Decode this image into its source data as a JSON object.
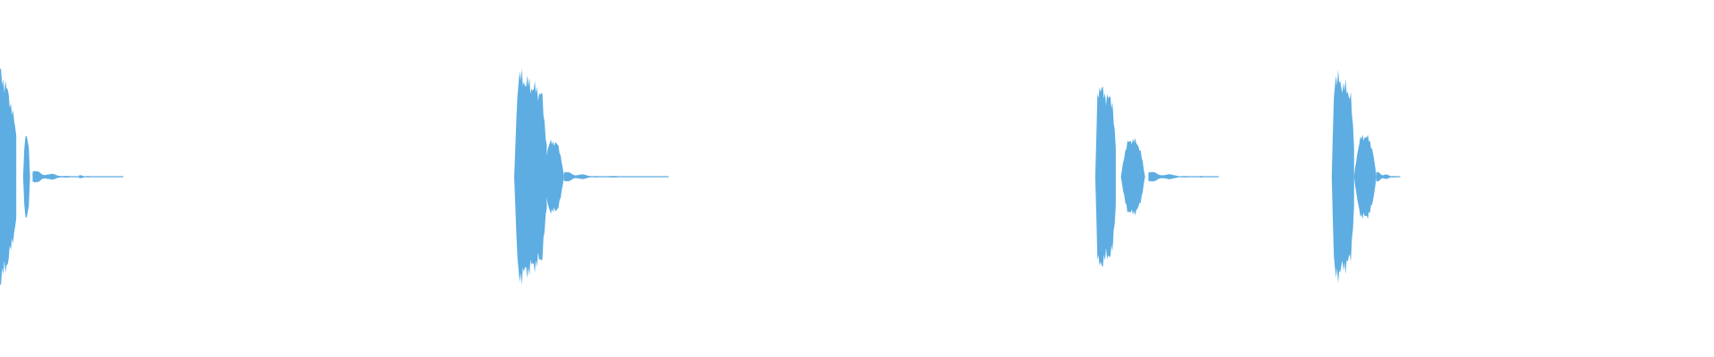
{
  "waveform": {
    "color": "#5dade2",
    "background": "#ffffff",
    "clips": [
      {
        "label": "",
        "events": [
          {
            "start": 0.0,
            "end": 0.0095,
            "peak": 0.95,
            "shape": "decay"
          },
          {
            "start": 0.0135,
            "end": 0.0175,
            "peak": 0.55,
            "shape": "bump"
          },
          {
            "start": 0.019,
            "end": 0.046,
            "peak": 0.06,
            "shape": "tail"
          },
          {
            "start": 0.046,
            "end": 0.06,
            "peak": 0.015,
            "shape": "tail"
          },
          {
            "start": 0.06,
            "end": 0.072,
            "peak": 0.006,
            "shape": "tail"
          }
        ]
      },
      {
        "label": "",
        "events": [
          {
            "start": 0.3,
            "end": 0.319,
            "peak": 0.95,
            "shape": "attack-decay"
          },
          {
            "start": 0.317,
            "end": 0.329,
            "peak": 0.45,
            "shape": "bump"
          },
          {
            "start": 0.329,
            "end": 0.355,
            "peak": 0.05,
            "shape": "tail"
          },
          {
            "start": 0.355,
            "end": 0.39,
            "peak": 0.008,
            "shape": "tail"
          }
        ]
      },
      {
        "label": "",
        "events": [
          {
            "start": 0.639,
            "end": 0.651,
            "peak": 0.85,
            "shape": "attack-decay"
          },
          {
            "start": 0.654,
            "end": 0.668,
            "peak": 0.47,
            "shape": "bump"
          },
          {
            "start": 0.67,
            "end": 0.7,
            "peak": 0.05,
            "shape": "tail"
          },
          {
            "start": 0.7,
            "end": 0.711,
            "peak": 0.008,
            "shape": "tail"
          }
        ]
      },
      {
        "label": "",
        "events": [
          {
            "start": 0.777,
            "end": 0.79,
            "peak": 0.95,
            "shape": "attack-decay"
          },
          {
            "start": 0.79,
            "end": 0.803,
            "peak": 0.52,
            "shape": "bump"
          },
          {
            "start": 0.803,
            "end": 0.817,
            "peak": 0.05,
            "shape": "tail"
          }
        ]
      }
    ]
  }
}
